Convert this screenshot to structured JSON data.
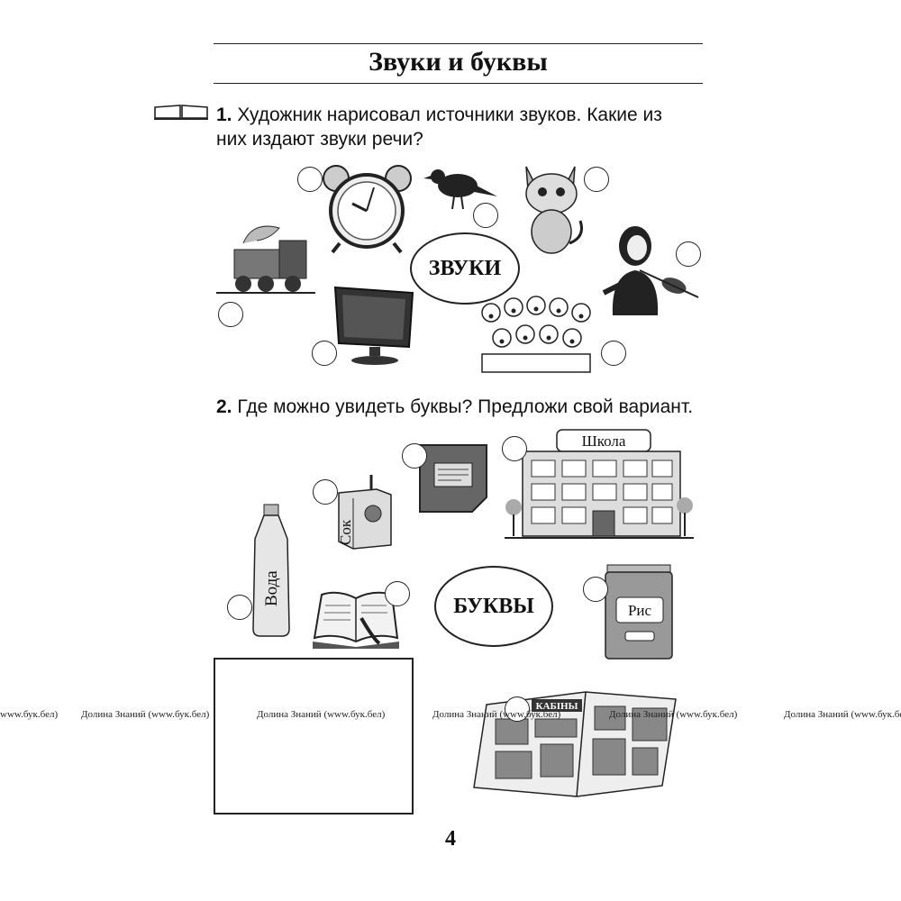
{
  "title": "Звуки и буквы",
  "task1": {
    "number": "1.",
    "text_line1": "Художник нарисовал источники звуков. Какие из",
    "text_line2": "них издают звуки речи?",
    "center_label": "ЗВУКИ"
  },
  "task2": {
    "number": "2.",
    "text": "Где можно увидеть буквы? Предложи свой вариант.",
    "center_label": "БУКВЫ",
    "school_sign": "Школа",
    "juice_label": "Сок",
    "water_label": "Вода",
    "rice_label": "Рис",
    "newspaper_label": "КАБІНЫ"
  },
  "watermark": "Долина Знаний (www.бук.бел)",
  "watermark_left_fragment": "www.бук.бел)",
  "page_number": "4",
  "icons": [
    "book-icon",
    "alarm-clock-icon",
    "crow-icon",
    "cat-icon",
    "train-icon",
    "violinist-icon",
    "monitor-icon",
    "choir-icon",
    "juice-box-icon",
    "tile-icon",
    "school-icon",
    "water-bottle-icon",
    "open-book-icon",
    "rice-bag-icon",
    "newspaper-icon"
  ]
}
